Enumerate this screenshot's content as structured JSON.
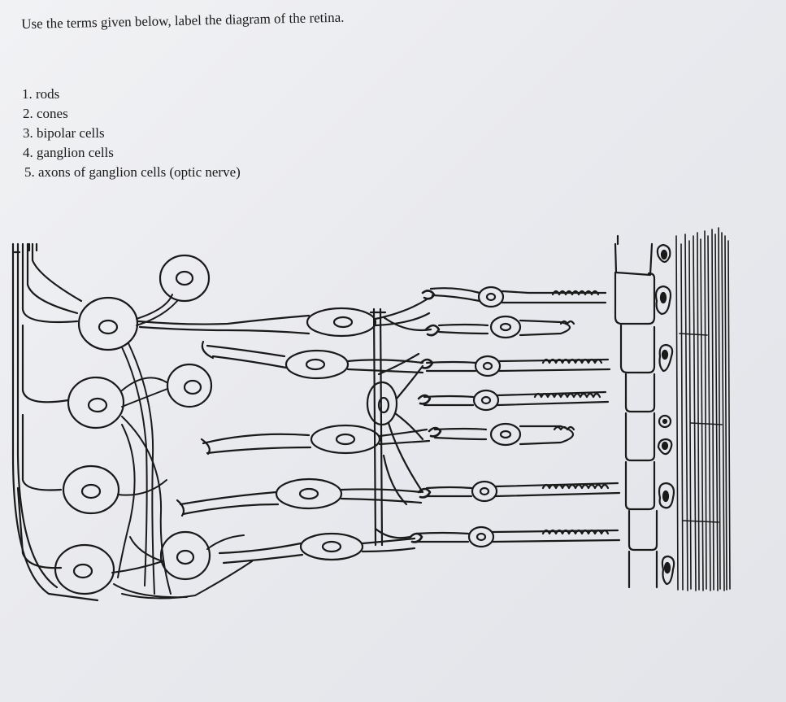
{
  "worksheet": {
    "instruction": "Use the terms given below, label the diagram of the retina.",
    "terms": [
      "1. rods",
      "2. cones",
      "3. bipolar cells",
      "4. ganglion cells",
      "5. axons of ganglion cells (optic nerve)"
    ]
  },
  "diagram": {
    "ink_color": "#1a1a1a",
    "paper_color": "#eceef1"
  }
}
